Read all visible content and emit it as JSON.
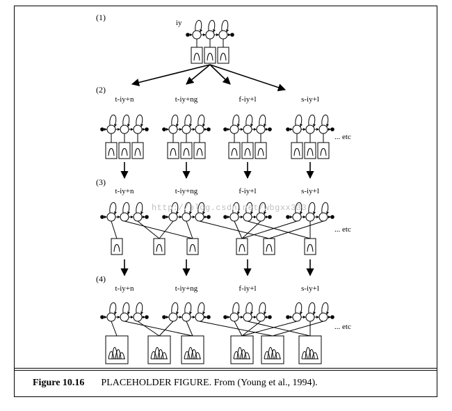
{
  "figure": {
    "stage_numbers": [
      "(1)",
      "(2)",
      "(3)",
      "(4)"
    ],
    "phone_label": "iy",
    "triphone_labels": [
      "t-iy+n",
      "t-iy+ng",
      "f-iy+l",
      "s-iy+l"
    ],
    "etc_label": "... etc",
    "watermark": "http://blog.csdn.net/wbgxx333"
  },
  "caption": {
    "label": "Figure 10.16",
    "text": "PLACEHOLDER FIGURE. From (Young et al., 1994)."
  }
}
